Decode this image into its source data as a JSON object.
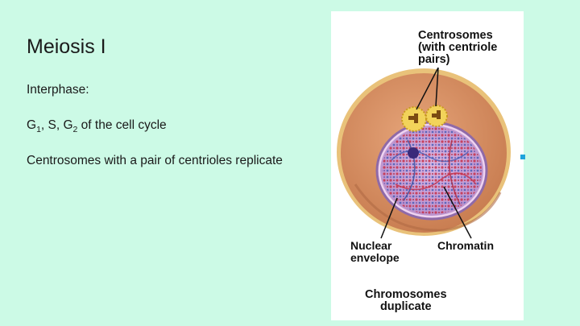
{
  "slide": {
    "title": "Meiosis I",
    "lines": {
      "interphase": "Interphase:",
      "g1": "G",
      "g1_sub": "1",
      "s_sep": ", S, G",
      "g2_sub": "2",
      "cycle": " of the cell cycle",
      "centrosomes": "Centrosomes with a pair of centrioles replicate"
    }
  },
  "figure": {
    "labels": {
      "centrosomes_line1": "Centrosomes",
      "centrosomes_line2": "(with centriole",
      "centrosomes_line3": "pairs)",
      "nuclear_line1": "Nuclear",
      "nuclear_line2": "envelope",
      "chromatin": "Chromatin",
      "duplicate_line1": "Chromosomes",
      "duplicate_line2": "duplicate"
    },
    "colors": {
      "background": "#ccfae6",
      "cytoplasm": "#d89366",
      "cell_membrane": "#e9c27a",
      "nucleus_bg": "#c7a9d6",
      "chromatin_red": "#c8314a",
      "chromatin_blue": "#4a5fb8",
      "centrosome": "#e8c23a",
      "accent_marker": "#1fa3dc"
    }
  }
}
